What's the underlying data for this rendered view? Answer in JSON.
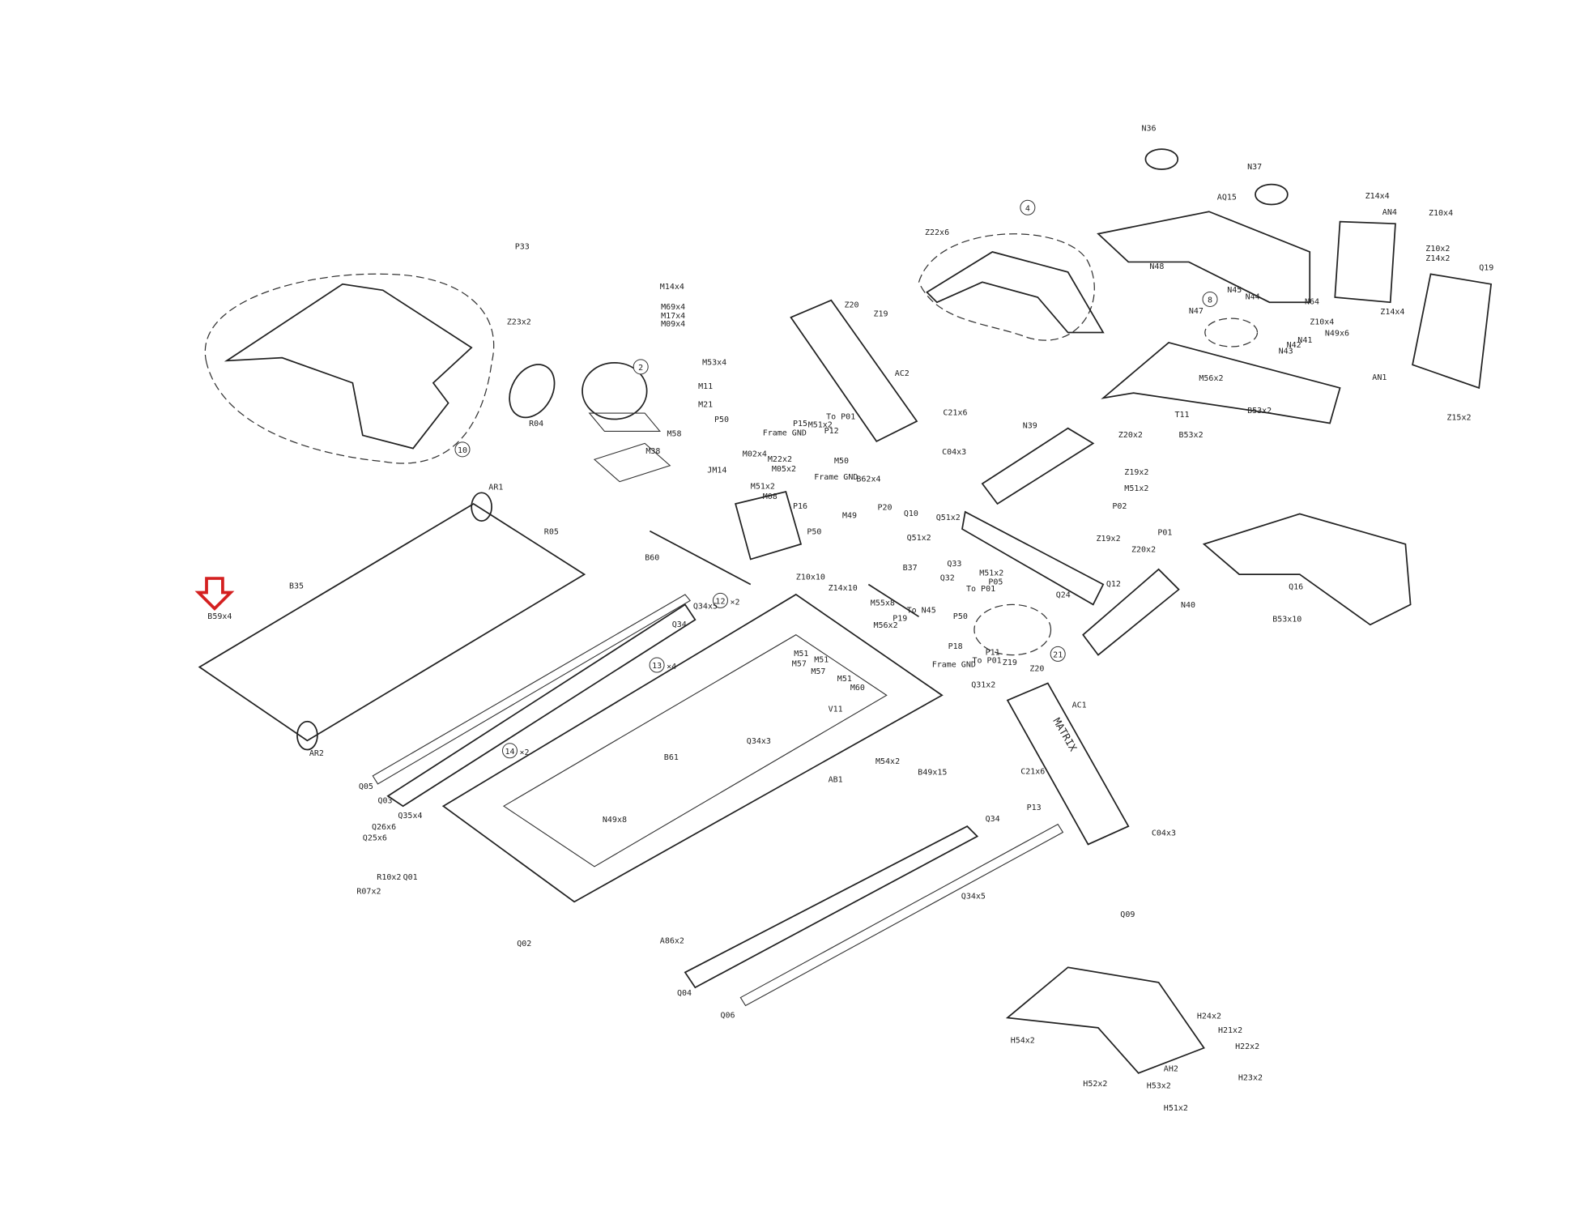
{
  "diagram": {
    "brand_text": "MATRIX",
    "highlight_color": "#d42020",
    "highlighted_part": "B59x4",
    "circled_callouts": [
      "4",
      "2",
      "10",
      "8",
      "12",
      "13",
      "14",
      "21"
    ],
    "callout_suffixes": {
      "12": "×2",
      "13": "×4",
      "14": "×2"
    },
    "labels": [
      "N36",
      "N37",
      "AQ15",
      "Z14x4",
      "AN4",
      "Z10x4",
      "Z10x2",
      "Z14x2",
      "Q19",
      "N48",
      "N45",
      "N44",
      "N47",
      "N64",
      "Z10x4",
      "Z14x4",
      "N49x6",
      "N41",
      "N42",
      "N43",
      "M56x2",
      "AN1",
      "T11",
      "B53x2",
      "B53x2",
      "Z15x2",
      "Z22x6",
      "Z20",
      "Z19",
      "AC2",
      "C21x6",
      "P33",
      "Z23x2",
      "M14x4",
      "M69x4",
      "M17x4",
      "M09x4",
      "M53x4",
      "M11",
      "M21",
      "M58",
      "M38",
      "R04",
      "P50",
      "Frame GND",
      "P15",
      "M51x2",
      "To P01",
      "P12",
      "M50",
      "M02x4",
      "M22x2",
      "M05x2",
      "M51x2",
      "M08",
      "Frame GND",
      "B62x4",
      "M49",
      "P16",
      "P20",
      "P50",
      "C04x3",
      "Q10",
      "N39",
      "Z20x2",
      "Z19x2",
      "M51x2",
      "P02",
      "P01",
      "Z19x2",
      "Z20x2",
      "N40",
      "Q16",
      "B53x10",
      "JM14",
      "AR1",
      "R05",
      "B35",
      "B59x4",
      "AR2",
      "B60",
      "Q51x2",
      "Q51x2",
      "Q33",
      "B37",
      "Q32",
      "M51x2",
      "P05",
      "To P01",
      "P50",
      "Q24",
      "Q12",
      "P18",
      "P11",
      "To P01",
      "Frame GND",
      "Z19",
      "Z20",
      "Q31x2",
      "Z10x10",
      "Z14x10",
      "M55x8",
      "To N45",
      "P19",
      "M56x2",
      "Q34x5",
      "Q34",
      "M51",
      "M57",
      "M51",
      "M57",
      "M51",
      "M60",
      "V11",
      "B61",
      "Q34x3",
      "AB1",
      "M54x2",
      "B49x15",
      "AC1",
      "C21x6",
      "P13",
      "Q34",
      "C04x3",
      "Q09",
      "Q34x5",
      "Q04",
      "Q06",
      "Q05",
      "Q03",
      "Q35x4",
      "Q26x6",
      "Q25x6",
      "N49x8",
      "R10x2",
      "Q01",
      "R07x2",
      "Q02",
      "A86x2",
      "H24x2",
      "H21x2",
      "H22x2",
      "H23x2",
      "H54x2",
      "AH2",
      "H52x2",
      "H53x2",
      "H51x2"
    ]
  }
}
